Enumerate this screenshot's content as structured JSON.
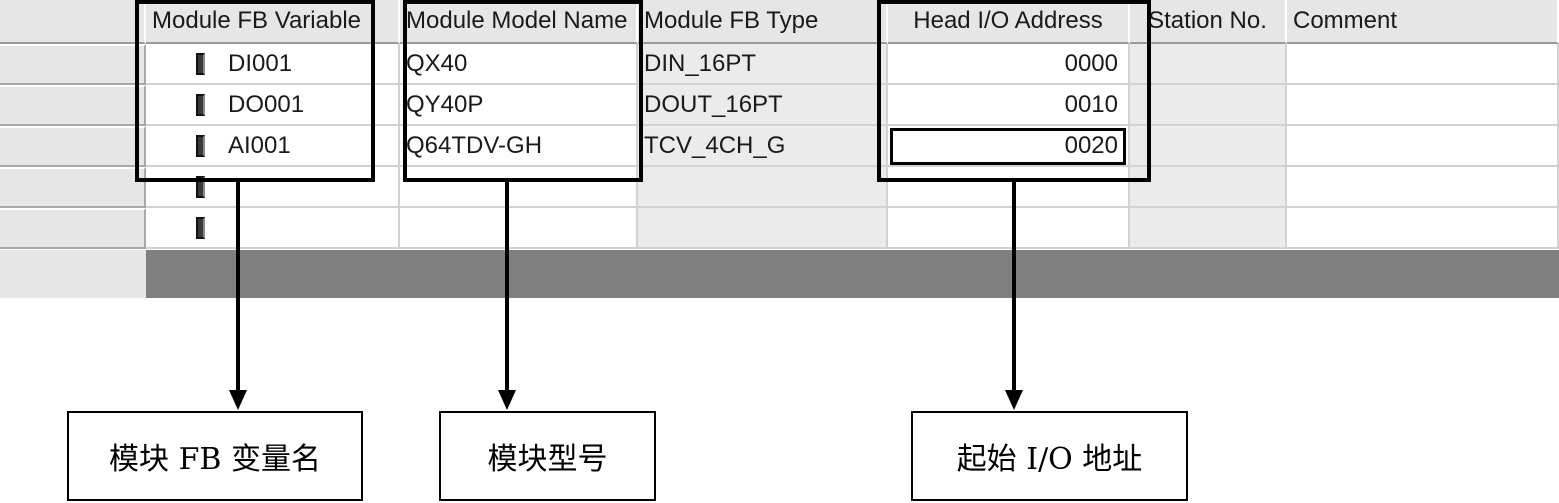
{
  "columns": [
    {
      "label": "Module FB Variable"
    },
    {
      "label": "Module Model Name"
    },
    {
      "label": "Module FB Type"
    },
    {
      "label": "Head I/O Address"
    },
    {
      "label": "Station No."
    },
    {
      "label": "Comment"
    }
  ],
  "rows": [
    {
      "fb_variable": "DI001",
      "model_name": "QX40",
      "fb_type": "DIN_16PT",
      "head_io": "0000",
      "station": "",
      "comment": ""
    },
    {
      "fb_variable": "DO001",
      "model_name": "QY40P",
      "fb_type": "DOUT_16PT",
      "head_io": "0010",
      "station": "",
      "comment": ""
    },
    {
      "fb_variable": "AI001",
      "model_name": "Q64TDV-GH",
      "fb_type": "TCV_4CH_G",
      "head_io": "0020",
      "station": "",
      "comment": ""
    },
    {
      "fb_variable": "",
      "model_name": "",
      "fb_type": "",
      "head_io": "",
      "station": "",
      "comment": ""
    },
    {
      "fb_variable": "",
      "model_name": "",
      "fb_type": "",
      "head_io": "",
      "station": "",
      "comment": ""
    }
  ],
  "annotations": {
    "fb_variable": "模块 FB 变量名",
    "model_name": "模块型号",
    "head_io": "起始 I/O 地址"
  }
}
